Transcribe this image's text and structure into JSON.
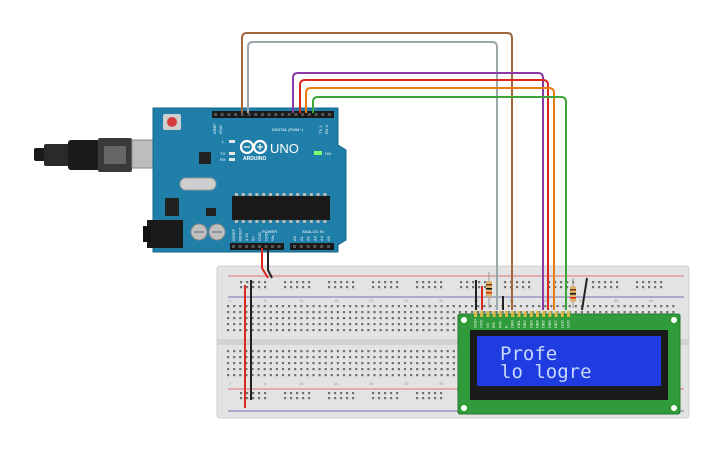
{
  "arduino": {
    "brand": "ARDUINO",
    "model": "UNO",
    "digital_label": "DIGITAL (PWM~)",
    "power_label": "POWER",
    "analog_label": "ANALOG IN",
    "on_label": "ON",
    "tx_label": "TX",
    "rx_label": "RX",
    "l_label": "L",
    "aref_label": "AREF",
    "gnd_label": "GND",
    "tx1_label": "TX 1",
    "rx0_label": "RX 0",
    "power_pins": [
      "IOREF",
      "RESET",
      "3.3V",
      "5V",
      "GND",
      "GND",
      "Vin"
    ],
    "analog_pins": [
      "A0",
      "A1",
      "A2",
      "A3",
      "A4",
      "A5"
    ]
  },
  "breadboard": {
    "column_numbers": [
      "1",
      "5",
      "10",
      "15",
      "20",
      "25",
      "30",
      "35",
      "40",
      "45",
      "50",
      "55",
      "60"
    ]
  },
  "lcd": {
    "line1": "Profe",
    "line2": "lo logre",
    "pin_labels": [
      "GND",
      "VCC",
      "V0",
      "RS",
      "RW",
      "E",
      "DB0",
      "DB1",
      "DB2",
      "DB3",
      "DB4",
      "DB5",
      "DB6",
      "DB7",
      "LED",
      "LED"
    ]
  },
  "colors": {
    "arduino_board": "#1f7fa8",
    "breadboard": "#e3e3e3",
    "lcd_pcb": "#2f9b3a",
    "lcd_screen": "#1e3ce0",
    "wire_brown": "#a0673c",
    "wire_gray": "#9aa7ab",
    "wire_purple": "#8a3aa8",
    "wire_red": "#d9281c",
    "wire_orange": "#ea7a12",
    "wire_green": "#3aa63a",
    "wire_black": "#222222"
  },
  "icons": [
    "usb-cable-icon",
    "power-jack-icon",
    "reset-button-icon",
    "arduino-logo-icon",
    "resistor-icon"
  ]
}
